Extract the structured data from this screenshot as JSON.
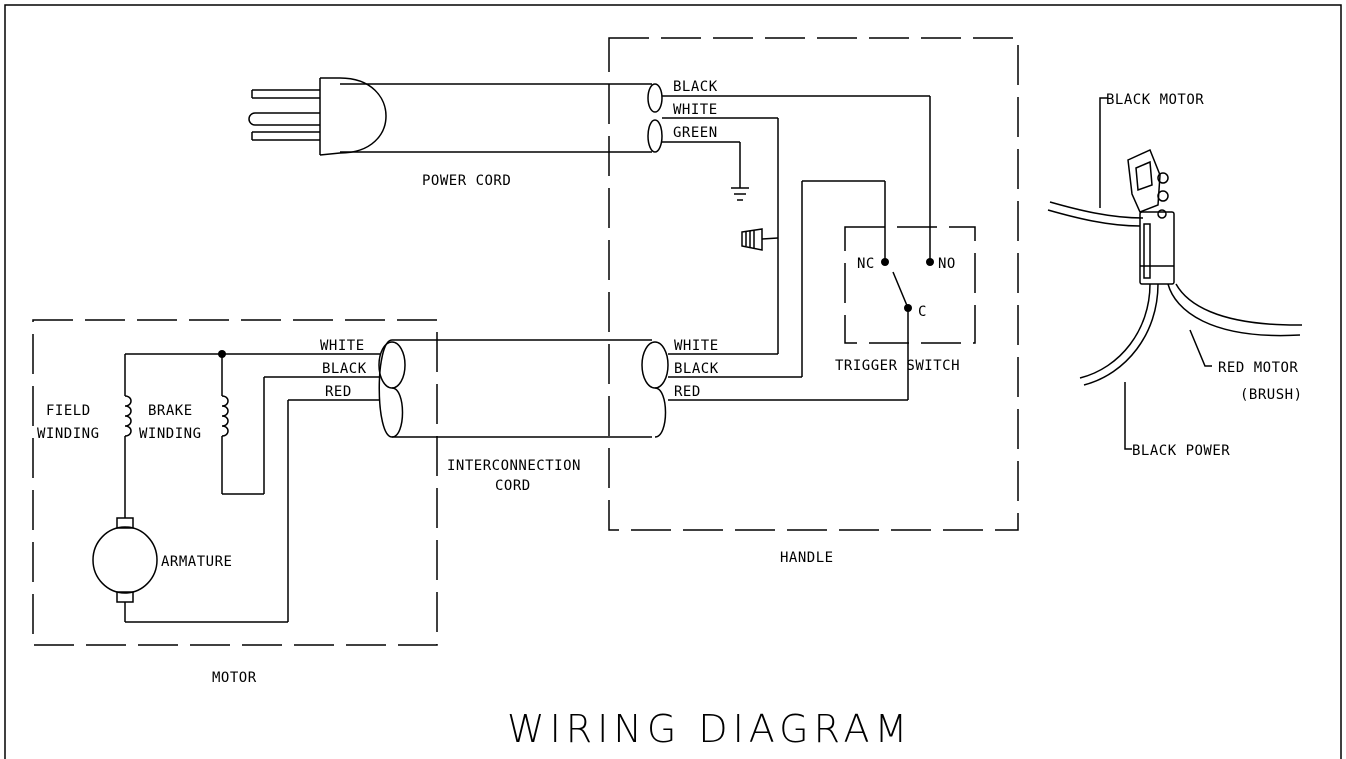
{
  "title": "WIRING DIAGRAM",
  "labels": {
    "power_cord": "POWER CORD",
    "interconnection_cord_1": "INTERCONNECTION",
    "interconnection_cord_2": "CORD",
    "handle": "HANDLE",
    "motor": "MOTOR",
    "trigger_switch": "TRIGGER SWITCH",
    "field_winding_1": "FIELD",
    "field_winding_2": "WINDING",
    "brake_winding_1": "BRAKE",
    "brake_winding_2": "WINDING",
    "armature": "ARMATURE",
    "switch_nc": "NC",
    "switch_no": "NO",
    "switch_c": "C"
  },
  "wires": {
    "power": [
      "BLACK",
      "WHITE",
      "GREEN"
    ],
    "handle_side": [
      "WHITE",
      "BLACK",
      "RED"
    ],
    "motor_side": [
      "WHITE",
      "BLACK",
      "RED"
    ]
  },
  "brush_callouts": {
    "black_motor": "BLACK MOTOR",
    "red_motor": "RED MOTOR",
    "red_motor_sub": "(BRUSH)",
    "black_power": "BLACK POWER"
  }
}
